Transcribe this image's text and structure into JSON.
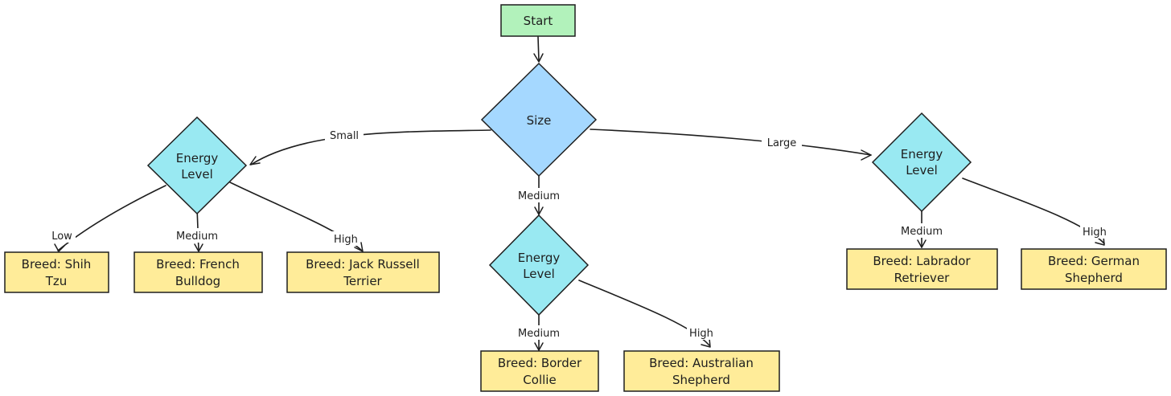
{
  "colors": {
    "start_fill": "#b2f2bb",
    "start_stroke": "#2f9e44",
    "size_fill": "#a5d8ff",
    "energy_fill": "#99e9f2",
    "breed_fill": "#ffec99",
    "stroke": "#1e1e1e"
  },
  "nodes": {
    "start": "Start",
    "size": "Size",
    "energy_small": [
      "Energy",
      "Level"
    ],
    "energy_medium": [
      "Energy",
      "Level"
    ],
    "energy_large": [
      "Energy",
      "Level"
    ],
    "breed_shih_tzu": [
      "Breed: Shih",
      "Tzu"
    ],
    "breed_french_bulldog": [
      "Breed: French",
      "Bulldog"
    ],
    "breed_jack_russell": [
      "Breed: Jack Russell",
      "Terrier"
    ],
    "breed_border_collie": [
      "Breed: Border",
      "Collie"
    ],
    "breed_australian_shepherd": [
      "Breed: Australian",
      "Shepherd"
    ],
    "breed_labrador": [
      "Breed: Labrador",
      "Retriever"
    ],
    "breed_german_shepherd": [
      "Breed: German",
      "Shepherd"
    ]
  },
  "edge_labels": {
    "size_small": "Small",
    "size_medium": "Medium",
    "size_large": "Large",
    "small_low": "Low",
    "small_medium": "Medium",
    "small_high": "High",
    "medium_medium": "Medium",
    "medium_high": "High",
    "large_medium": "Medium",
    "large_high": "High"
  }
}
